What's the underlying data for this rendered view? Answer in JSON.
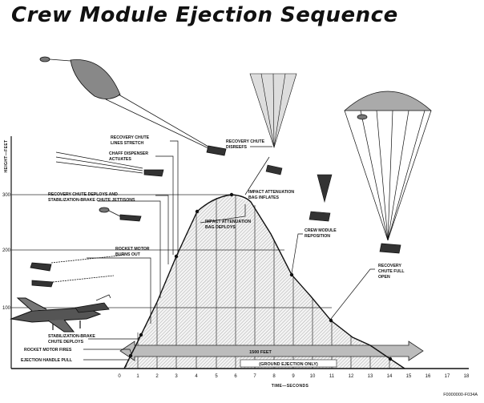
{
  "title": "Crew Module Ejection Sequence",
  "y_axis_label": "HEIGHT—FEET",
  "x_axis_label": "TIME—SECONDS",
  "y_ticks": [
    "100",
    "200",
    "300"
  ],
  "x_ticks": [
    "0",
    "1",
    "2",
    "3",
    "4",
    "5",
    "6",
    "7",
    "8",
    "9",
    "10",
    "11",
    "12",
    "13",
    "14",
    "15",
    "16",
    "17",
    "18"
  ],
  "band_labels": {
    "distance": "1500 FEET",
    "ground": "(GROUND EJECTION ONLY)"
  },
  "figure_number": "F0000000-F034A",
  "callouts": {
    "recovery_chute_lines_stretch": [
      "RECOVERY CHUTE",
      "LINES STRETCH"
    ],
    "chaff_dispenser_actuates": [
      "CHAFF DISPENSER",
      "ACTUATES"
    ],
    "recovery_chute_disreefs": [
      "RECOVERY CHUTE",
      "DISREEFS"
    ],
    "recovery_chute_deploys": [
      "RECOVERY CHUTE DEPLOYS AND",
      "STABILIZATION-BRAKE CHUTE JETTISONS"
    ],
    "impact_attenuation_bag_inflates": [
      "IMPACT ATTENUATION",
      "BAG INFLATES"
    ],
    "impact_attenuation_bag_deploys": [
      "IMPACT ATTENUATION",
      "BAG DEPLOYS"
    ],
    "crew_module_reposition": [
      "CREW MODULE",
      "REPOSITION"
    ],
    "rocket_motor_burns_out": [
      "ROCKET MOTOR",
      "BURNS OUT"
    ],
    "recovery_chute_full_open": [
      "RECOVERY",
      "CHUTE FULL",
      "OPEN"
    ],
    "stabilization_brake_chute_deploys": [
      "STABILIZATION-BRAKE",
      "CHUTE DEPLOYS"
    ],
    "rocket_motor_fires": [
      "ROCKET MOTOR FIRES"
    ],
    "ejection_handle_pull": [
      "EJECTION HANDLE PULL"
    ]
  }
}
